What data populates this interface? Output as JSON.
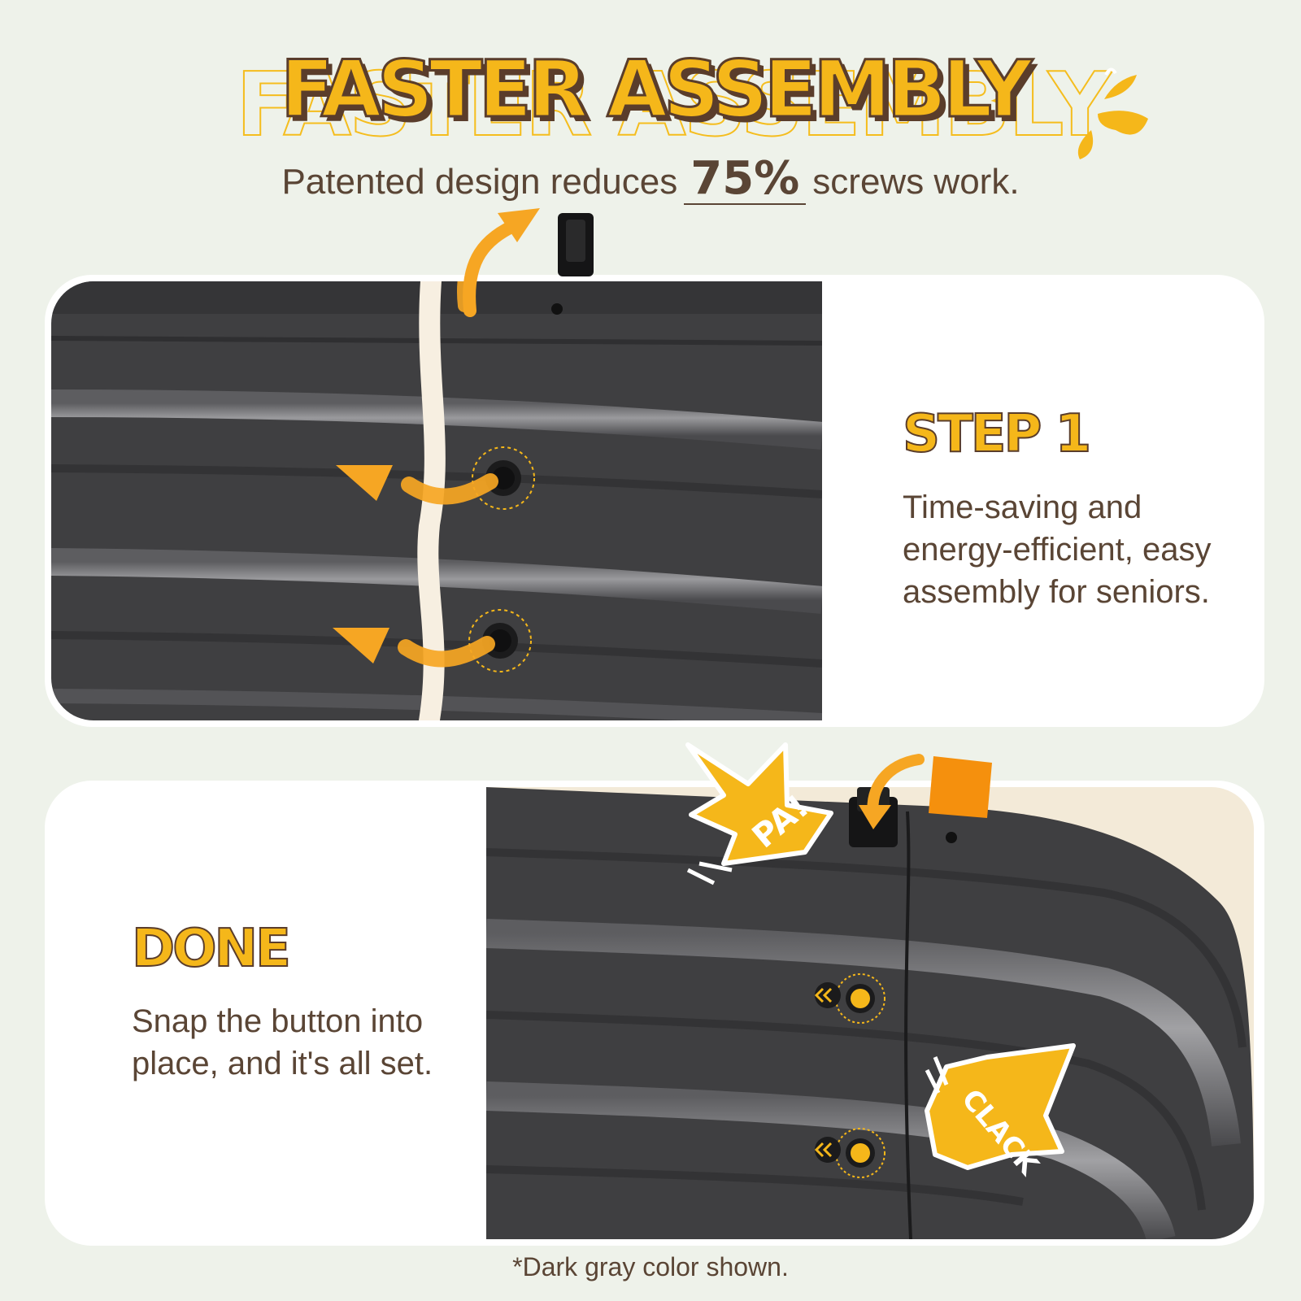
{
  "header": {
    "title": "FASTER ASSEMBLY",
    "subtitle_before": "Patented design reduces",
    "subtitle_highlight": "75%",
    "subtitle_after": "screws work."
  },
  "steps": [
    {
      "heading": "STEP 1",
      "description": "Time-saving and energy-efficient, easy assembly for seniors."
    },
    {
      "heading": "DONE",
      "description": "Snap the button into place, and it's all set."
    }
  ],
  "sound_effects": {
    "pa": "PA!",
    "clack": "CLACK"
  },
  "footnote": "*Dark gray color shown.",
  "colors": {
    "accent_yellow": "#f5b71a",
    "brown_text": "#5a4535",
    "background": "#eef2ea",
    "panel_dark_gray": "#3f3f41",
    "orange_arrow": "#f6a623"
  },
  "icons": [
    "splash-icon",
    "curved-arrow-icon",
    "latch-clip-icon",
    "push-button-icon",
    "orange-clip-icon"
  ]
}
